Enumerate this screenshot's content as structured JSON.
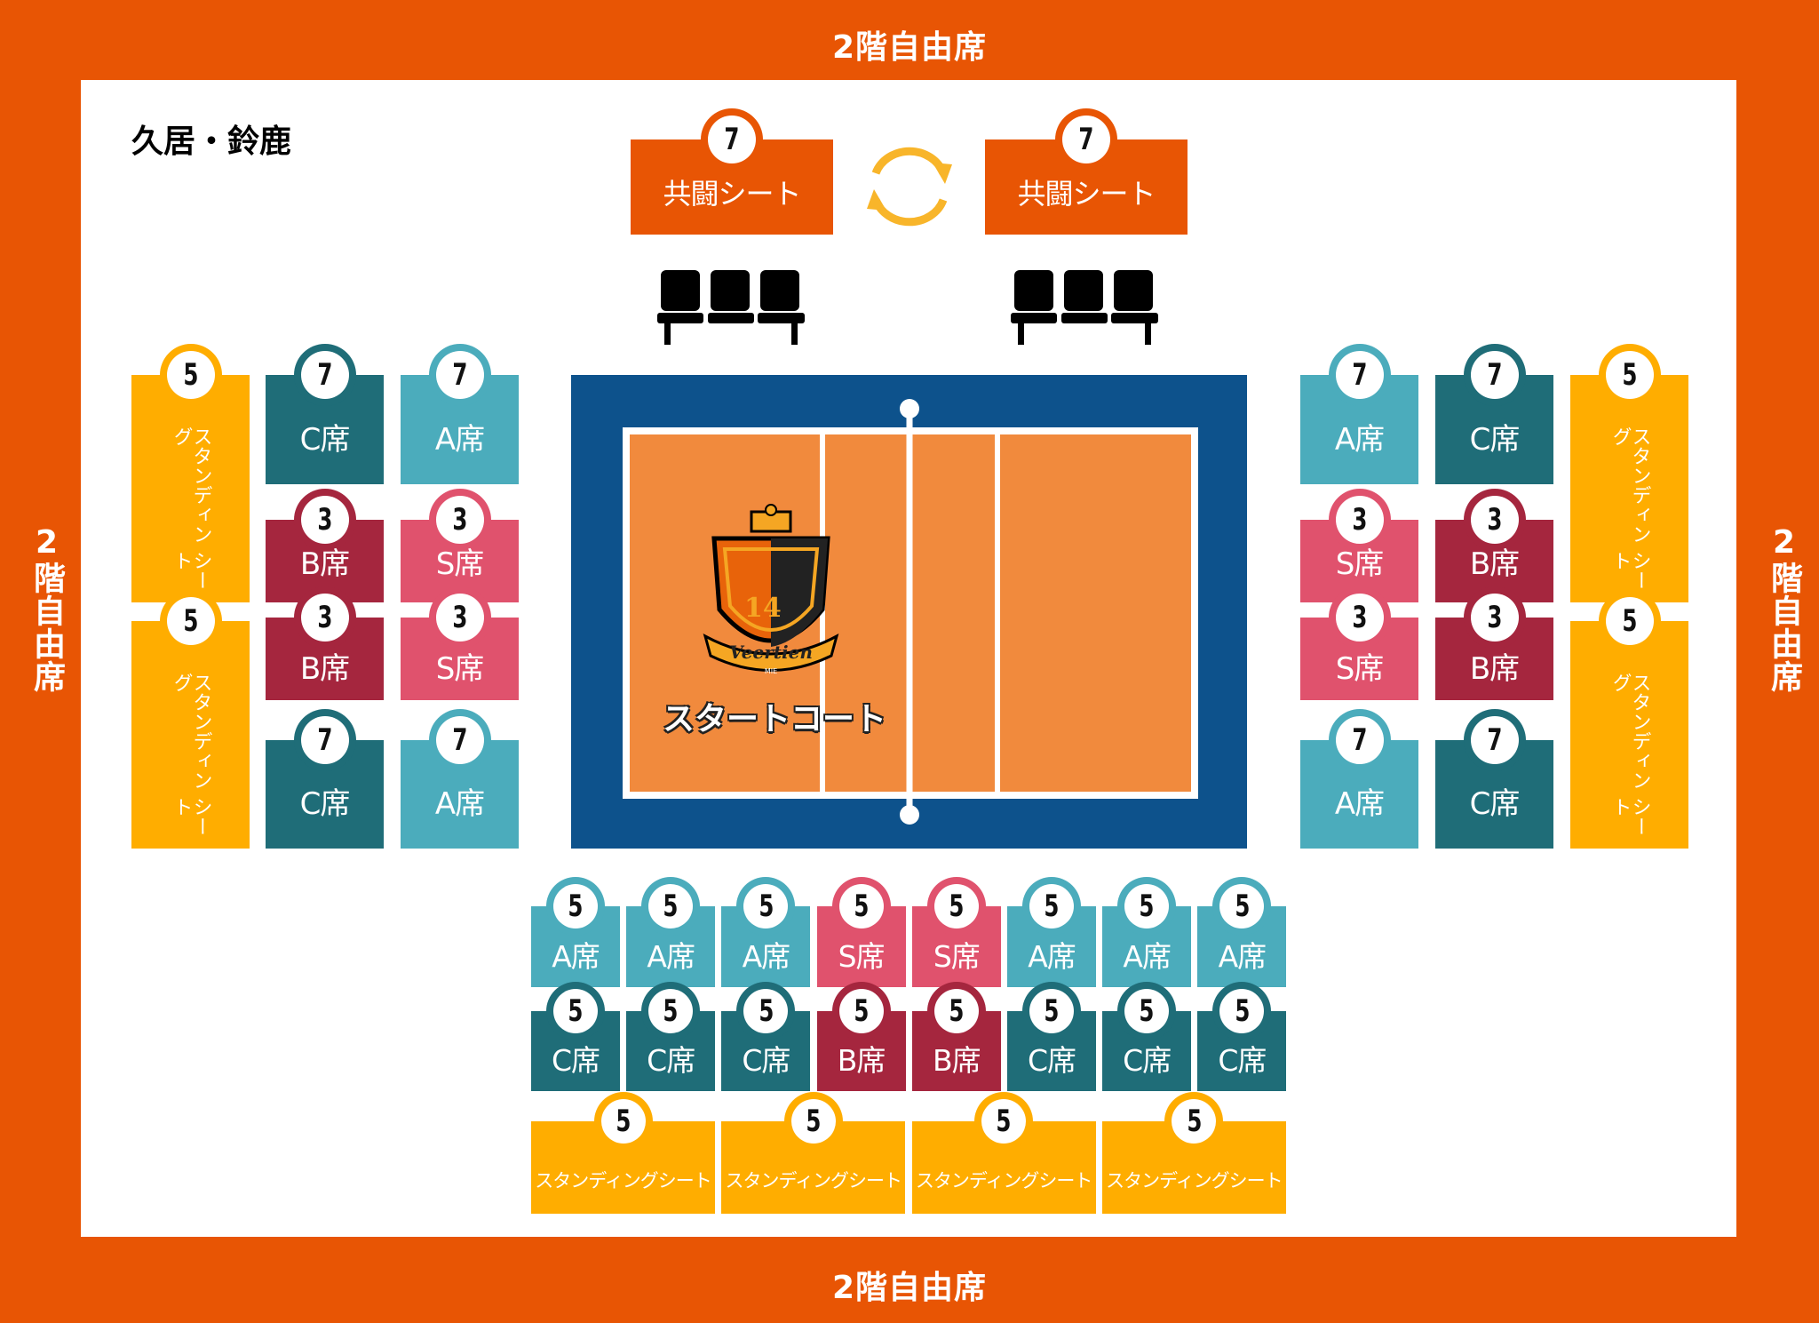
{
  "floor_labels": {
    "top": "2階自由席",
    "bottom": "2階自由席",
    "left": "2階自由席",
    "right": "2階自由席"
  },
  "venue": "久居・鈴鹿",
  "colors": {
    "border": "#E85504",
    "A": "#4BACBC",
    "C": "#1F6D78",
    "B": "#A5263E",
    "S": "#E0526D",
    "standing": "#FFAD00",
    "kyoto": "#E85504",
    "court_blue": "#0D528C",
    "court": "#F18A3D",
    "swap": "#F8B52A"
  },
  "kyoto_seats": [
    {
      "label": "共闘シート",
      "badge": "7"
    },
    {
      "label": "共闘シート",
      "badge": "7"
    }
  ],
  "court": {
    "label": "スタートコート",
    "logo_text": "Veertien",
    "logo_number": "14",
    "logo_sub": "MIE"
  },
  "left_blocks": [
    {
      "type": "standing",
      "badge": "5",
      "line1": "スタンディング",
      "line2": "シート"
    },
    {
      "type": "standing",
      "badge": "5",
      "line1": "スタンディング",
      "line2": "シート"
    },
    {
      "type": "C",
      "badge": "7",
      "label": "C席"
    },
    {
      "type": "A",
      "badge": "7",
      "label": "A席"
    },
    {
      "type": "B",
      "badge": "3",
      "label": "B席"
    },
    {
      "type": "S",
      "badge": "3",
      "label": "S席"
    },
    {
      "type": "B",
      "badge": "3",
      "label": "B席"
    },
    {
      "type": "S",
      "badge": "3",
      "label": "S席"
    },
    {
      "type": "C",
      "badge": "7",
      "label": "C席"
    },
    {
      "type": "A",
      "badge": "7",
      "label": "A席"
    }
  ],
  "right_blocks": [
    {
      "type": "A",
      "badge": "7",
      "label": "A席"
    },
    {
      "type": "C",
      "badge": "7",
      "label": "C席"
    },
    {
      "type": "standing",
      "badge": "5",
      "line1": "スタンディング",
      "line2": "シート"
    },
    {
      "type": "S",
      "badge": "3",
      "label": "S席"
    },
    {
      "type": "B",
      "badge": "3",
      "label": "B席"
    },
    {
      "type": "S",
      "badge": "3",
      "label": "S席"
    },
    {
      "type": "B",
      "badge": "3",
      "label": "B席"
    },
    {
      "type": "standing",
      "badge": "5",
      "line1": "スタンディング",
      "line2": "シート"
    },
    {
      "type": "A",
      "badge": "7",
      "label": "A席"
    },
    {
      "type": "C",
      "badge": "7",
      "label": "C席"
    }
  ],
  "bottom_row1": [
    {
      "type": "A",
      "badge": "5",
      "label": "A席"
    },
    {
      "type": "A",
      "badge": "5",
      "label": "A席"
    },
    {
      "type": "A",
      "badge": "5",
      "label": "A席"
    },
    {
      "type": "S",
      "badge": "5",
      "label": "S席"
    },
    {
      "type": "S",
      "badge": "5",
      "label": "S席"
    },
    {
      "type": "A",
      "badge": "5",
      "label": "A席"
    },
    {
      "type": "A",
      "badge": "5",
      "label": "A席"
    },
    {
      "type": "A",
      "badge": "5",
      "label": "A席"
    }
  ],
  "bottom_row2": [
    {
      "type": "C",
      "badge": "5",
      "label": "C席"
    },
    {
      "type": "C",
      "badge": "5",
      "label": "C席"
    },
    {
      "type": "C",
      "badge": "5",
      "label": "C席"
    },
    {
      "type": "B",
      "badge": "5",
      "label": "B席"
    },
    {
      "type": "B",
      "badge": "5",
      "label": "B席"
    },
    {
      "type": "C",
      "badge": "5",
      "label": "C席"
    },
    {
      "type": "C",
      "badge": "5",
      "label": "C席"
    },
    {
      "type": "C",
      "badge": "5",
      "label": "C席"
    }
  ],
  "bottom_standing": [
    {
      "type": "standing",
      "badge": "5",
      "label": "スタンディングシート"
    },
    {
      "type": "standing",
      "badge": "5",
      "label": "スタンディングシート"
    },
    {
      "type": "standing",
      "badge": "5",
      "label": "スタンディングシート"
    },
    {
      "type": "standing",
      "badge": "5",
      "label": "スタンディングシート"
    }
  ]
}
